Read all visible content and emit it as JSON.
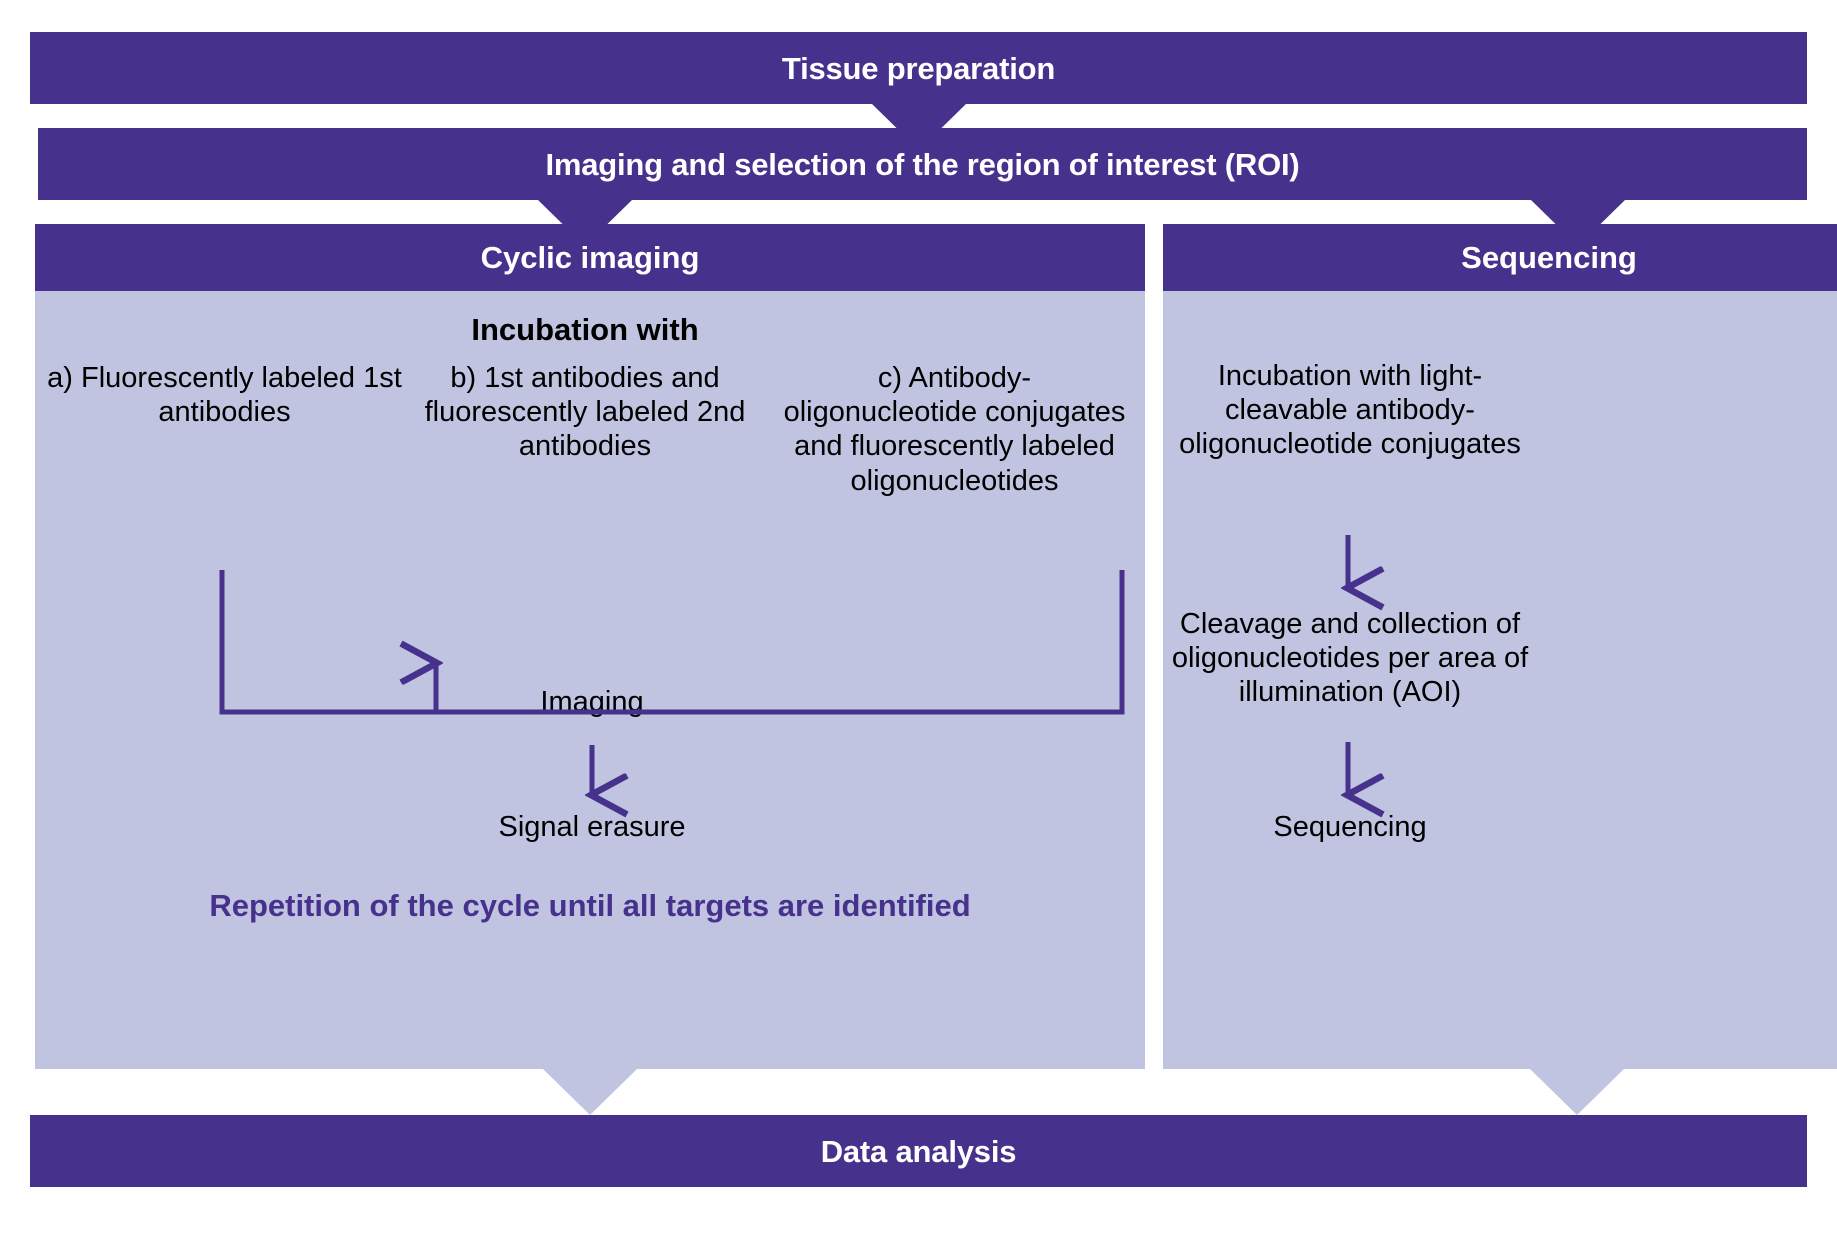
{
  "colors": {
    "dark_purple": "#46328C",
    "light_purple": "#C0C4E0",
    "white": "#FFFFFF",
    "black": "#000000"
  },
  "flow": {
    "step_tissue_preparation": "Tissue preparation",
    "step_roi": "Imaging and selection of the region of interest (ROI)",
    "step_data_analysis": "Data analysis"
  },
  "cyclic_imaging": {
    "header": "Cyclic imaging",
    "incubation_heading": "Incubation with",
    "options": [
      {
        "id": "a",
        "text": "a) Fluorescently labeled 1st antibodies"
      },
      {
        "id": "b",
        "text": "b) 1st antibodies and fluorescently labeled 2nd antibodies"
      },
      {
        "id": "c",
        "text": "c) Antibody-oligonucleotide conjugates and fluorescently labeled oligonucleotides"
      }
    ],
    "imaging_step": "Imaging",
    "signal_erasure_step": "Signal erasure",
    "repetition_note": "Repetition of the cycle until all targets are identified"
  },
  "sequencing": {
    "header": "Sequencing",
    "steps": [
      "Incubation with light-cleavable antibody-oligonucleotide conjugates",
      "Cleavage and collection of oligonucleotides per area of illumination (AOI)",
      "Sequencing"
    ]
  }
}
